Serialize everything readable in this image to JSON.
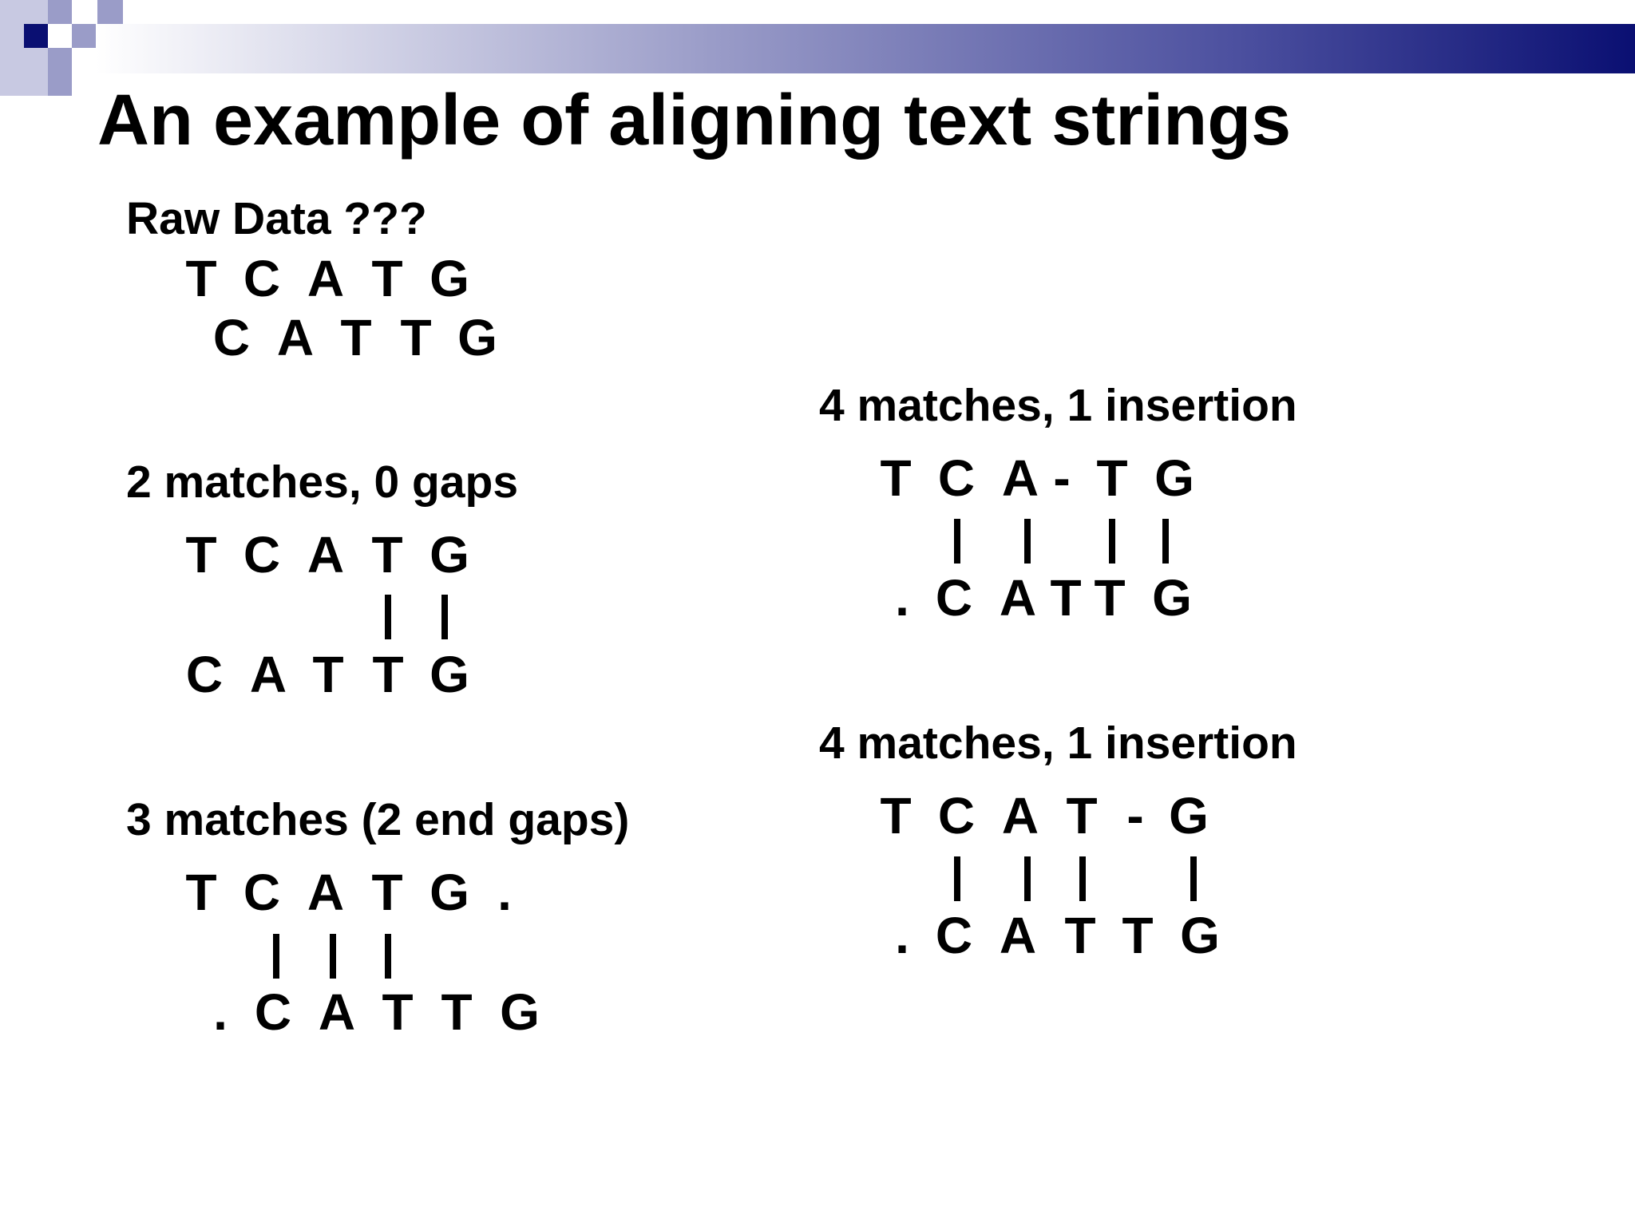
{
  "slide": {
    "title": "An example of aligning text strings"
  },
  "raw": {
    "heading": "Raw Data ???",
    "row1": [
      "T",
      "C",
      "A",
      "T",
      "G"
    ],
    "row2": [
      "C",
      "A",
      "T",
      "T",
      "G"
    ]
  },
  "alignment1": {
    "heading": "2 matches, 0 gaps",
    "top": [
      "T",
      "C",
      "A",
      "T",
      "G"
    ],
    "bottom": [
      "C",
      "A",
      "T",
      "T",
      "G"
    ]
  },
  "alignment2": {
    "heading": "3 matches (2 end gaps)",
    "top": [
      "T",
      "C",
      "A",
      "T",
      "G",
      "."
    ],
    "bottom": [
      ".",
      "C",
      "A",
      "T",
      "T",
      "G"
    ]
  },
  "alignment3": {
    "heading": "4 matches, 1 insertion",
    "top": [
      "T",
      "C",
      "A",
      "-",
      "T",
      "G"
    ],
    "bottom": [
      ".",
      "C",
      "A",
      "T",
      "T",
      "G"
    ]
  },
  "alignment4": {
    "heading": "4 matches, 1 insertion",
    "top": [
      "T",
      "C",
      "A",
      "T",
      "-",
      "G"
    ],
    "bottom": [
      ".",
      "C",
      "A",
      "T",
      "T",
      "G"
    ]
  },
  "colors": {
    "header_dark": "#0a0f72",
    "header_mid": "#9a9cc8",
    "text": "#000000"
  }
}
